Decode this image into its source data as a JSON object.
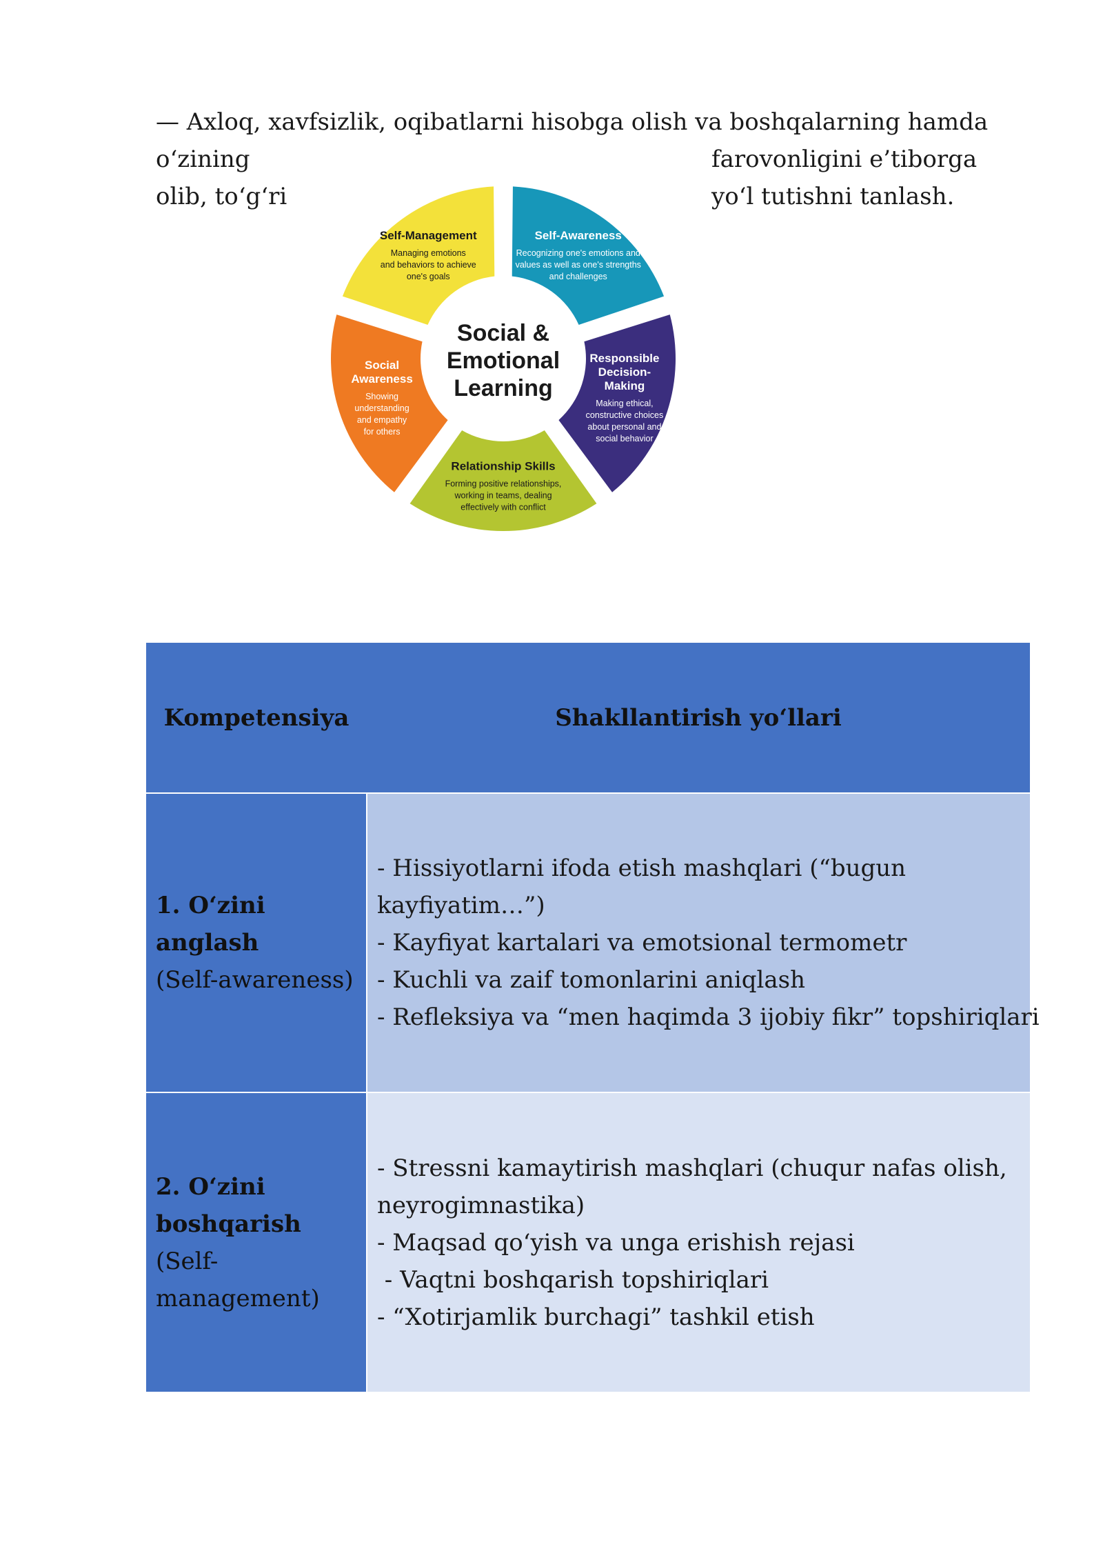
{
  "intro": {
    "line1": "— Axloq, xavfsizlik, oqibatlarni hisobga olish va boshqalarning hamda",
    "line2_left": "o‘zining",
    "line2_right": "farovonligini e’tiborga",
    "line3_left": "olib, to‘g‘ri",
    "line3_right": "yo‘l tutishni tanlash."
  },
  "wheel": {
    "center": [
      "Social &",
      "Emotional",
      "Learning"
    ],
    "segments": [
      {
        "title": [
          "Self-Awareness"
        ],
        "desc": [
          "Recognizing one's emotions and",
          "values as well as one's strengths",
          "and challenges"
        ],
        "color": "#1797b9",
        "text_color": "#ffffff"
      },
      {
        "title": [
          "Responsible",
          "Decision-",
          "Making"
        ],
        "desc": [
          "Making ethical,",
          "constructive choices",
          "about personal and",
          "social behavior"
        ],
        "color": "#3b2e7e",
        "text_color": "#ffffff"
      },
      {
        "title": [
          "Relationship Skills"
        ],
        "desc": [
          "Forming positive relationships,",
          "working in teams, dealing",
          "effectively with conflict"
        ],
        "color": "#b4c531",
        "text_color": "#1a1a1a"
      },
      {
        "title": [
          "Social",
          "Awareness"
        ],
        "desc": [
          "Showing",
          "understanding",
          "and empathy",
          "for others"
        ],
        "color": "#ef7a22",
        "text_color": "#ffffff"
      },
      {
        "title": [
          "Self-Management"
        ],
        "desc": [
          "Managing emotions",
          "and behaviors to achieve",
          "one's goals"
        ],
        "color": "#f3e13a",
        "text_color": "#1a1a1a"
      }
    ]
  },
  "table": {
    "headers": [
      "Kompetensiya",
      "Shakllantirish yo‘llari"
    ],
    "rows": [
      {
        "num": "1. O‘zini anglash",
        "sub": "(Self-awareness)",
        "items": [
          "- Hissiyotlarni ifoda etish mashqlari (“bugun kayfiyatim…”)",
          "- Kayfiyat kartalari va emotsional termometr",
          "- Kuchli va zaif tomonlarini aniqlash",
          "- Refleksiya va “men haqimda 3 ijobiy fikr” topshiriqlari"
        ]
      },
      {
        "num": "2. O‘zini boshqarish",
        "sub": "(Self-management)",
        "items": [
          "- Stressni kamaytirish mashqlari (chuqur nafas olish, neyrogimnastika)",
          "- Maqsad qo‘yish va unga erishish rejasi",
          " - Vaqtni boshqarish topshiriqlari",
          "- “Xotirjamlik burchagi” tashkil etish"
        ]
      }
    ]
  },
  "colors": {
    "header_bg": "#4472c4",
    "row1_bg": "#b4c6e7",
    "row2_bg": "#d9e2f3"
  }
}
